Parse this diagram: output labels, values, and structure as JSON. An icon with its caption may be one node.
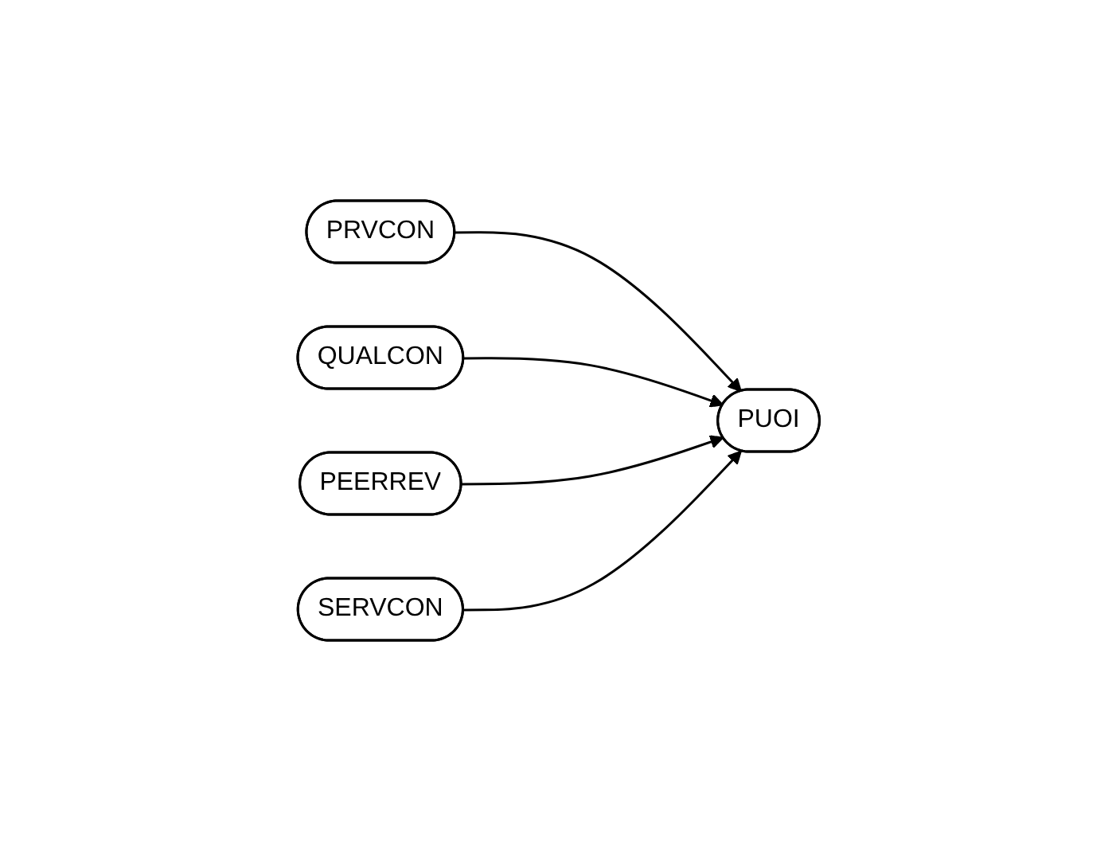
{
  "diagram": {
    "nodes": [
      {
        "text": [
          "PRVCON"
        ]
      },
      {
        "text": [
          "QUALCON"
        ]
      },
      {
        "text": [
          "PEERREV"
        ]
      },
      {
        "text": [
          "SERVCON"
        ]
      },
      {
        "text": [
          "PUOI"
        ]
      }
    ],
    "edges": [
      {
        "from": 0,
        "to": 4,
        "arrow": "to"
      },
      {
        "from": 1,
        "to": 4,
        "arrow": "to"
      },
      {
        "from": 2,
        "to": 4,
        "arrow": "to"
      },
      {
        "from": 3,
        "to": 4,
        "arrow": "to"
      }
    ]
  }
}
